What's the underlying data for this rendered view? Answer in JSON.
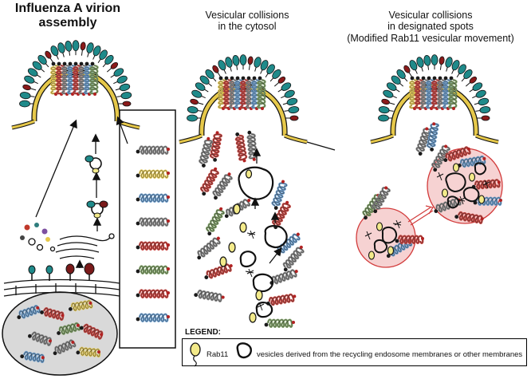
{
  "titles": {
    "panel1_line1": "Influenza A virion",
    "panel1_line2": "assembly",
    "panel2_line1": "Vesicular collisions",
    "panel2_line2": "in the cytosol",
    "panel3_line1": "Vesicular collisions",
    "panel3_line2": "in designated spots",
    "panel3_line3": "(Modified Rab11 vesicular movement)"
  },
  "legend": {
    "title": "LEGEND:",
    "rab11_label": "Rab11",
    "vesicle_label": "vesicles derived from the recycling endosome membranes or other membranes"
  },
  "colors": {
    "glycoprotein_teal": "#1f8a8a",
    "neuraminidase_red": "#8b1a1a",
    "matrix_yellow": "#e6c84a",
    "rnp_red": "#c8413c",
    "rnp_grey": "#8a8a8a",
    "rnp_blue": "#6a9ccc",
    "rnp_green": "#7fa066",
    "rnp_yellow": "#e3c95a",
    "highlight_pink": "#f6d2d2",
    "highlight_border": "#d23b3b",
    "rab11_yellow": "#f3ea8a"
  }
}
